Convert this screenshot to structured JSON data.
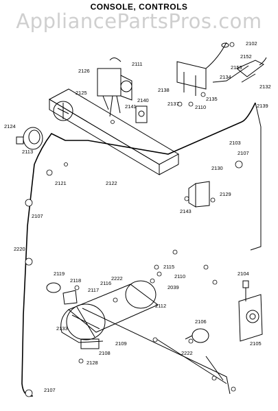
{
  "header": {
    "title": "CONSOLE, CONTROLS"
  },
  "watermark": {
    "text": "AppliancePartsPros.com"
  },
  "part_labels": [
    "2102",
    "2152",
    "2153",
    "2134",
    "2132",
    "2111",
    "2126",
    "2125",
    "2138",
    "2137",
    "2110",
    "2135",
    "2139",
    "2140",
    "2141",
    "2124",
    "2113",
    "2103",
    "2107",
    "2130",
    "2121",
    "2122",
    "2129",
    "2143",
    "2107",
    "2220",
    "2115",
    "2110",
    "2039",
    "2104",
    "2119",
    "2118",
    "2116",
    "2117",
    "2222",
    "2112",
    "2106",
    "2133",
    "2109",
    "2108",
    "2128",
    "2222",
    "2105",
    "2107"
  ]
}
